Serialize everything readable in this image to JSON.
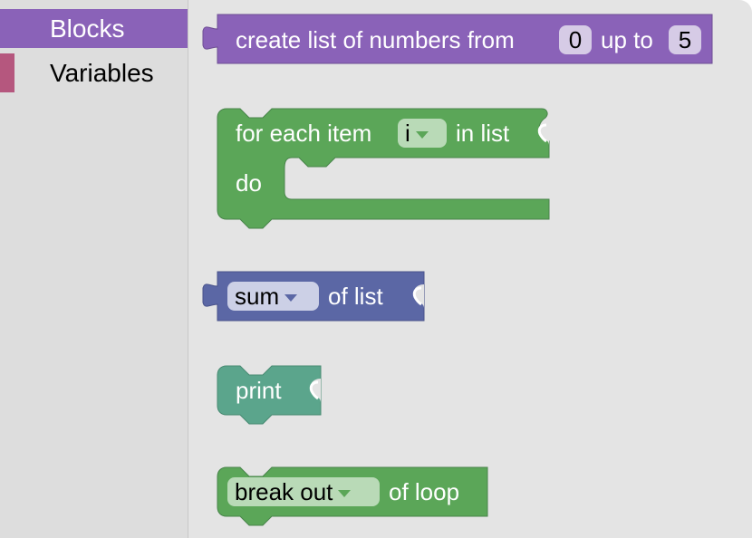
{
  "toolbox": {
    "categories": [
      {
        "label": "Blocks",
        "color": "#8a62b8",
        "selected": true
      },
      {
        "label": "Variables",
        "color": "#b5577e",
        "selected": false
      }
    ]
  },
  "blocks": {
    "create_list": {
      "prefix": "create list of numbers from",
      "from_value": "0",
      "middle": "up to",
      "to_value": "5",
      "color": "#8a62b8"
    },
    "for_each": {
      "prefix": "for each item",
      "variable": "i",
      "suffix": "in list",
      "do_label": "do",
      "color": "#5ba658"
    },
    "sum": {
      "dropdown": "sum",
      "suffix": "of list",
      "color": "#5b67a5"
    },
    "print": {
      "label": "print",
      "color": "#5ba58c"
    },
    "break": {
      "dropdown": "break out",
      "suffix": "of loop",
      "color": "#5ba658"
    }
  }
}
